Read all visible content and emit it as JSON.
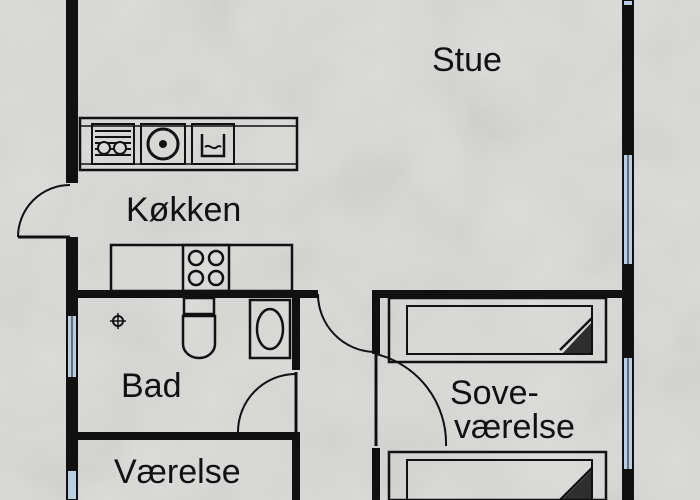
{
  "rooms": {
    "stue": "Stue",
    "kokken": "Køkken",
    "bad": "Bad",
    "sove_line1": "Sove-",
    "sove_line2": "værelse",
    "vaerelse": "Værelse"
  },
  "icons": {
    "dishwasher": "dishwasher-icon",
    "sink": "sink-icon",
    "washer": "washing-machine-icon",
    "stove": "stove-icon",
    "toilet": "toilet-icon",
    "basin": "washbasin-icon",
    "drain": "floor-drain-icon"
  },
  "colors": {
    "paper": "#d9d9d7",
    "wall": "#111111",
    "window_fill": "#b9cde3"
  }
}
